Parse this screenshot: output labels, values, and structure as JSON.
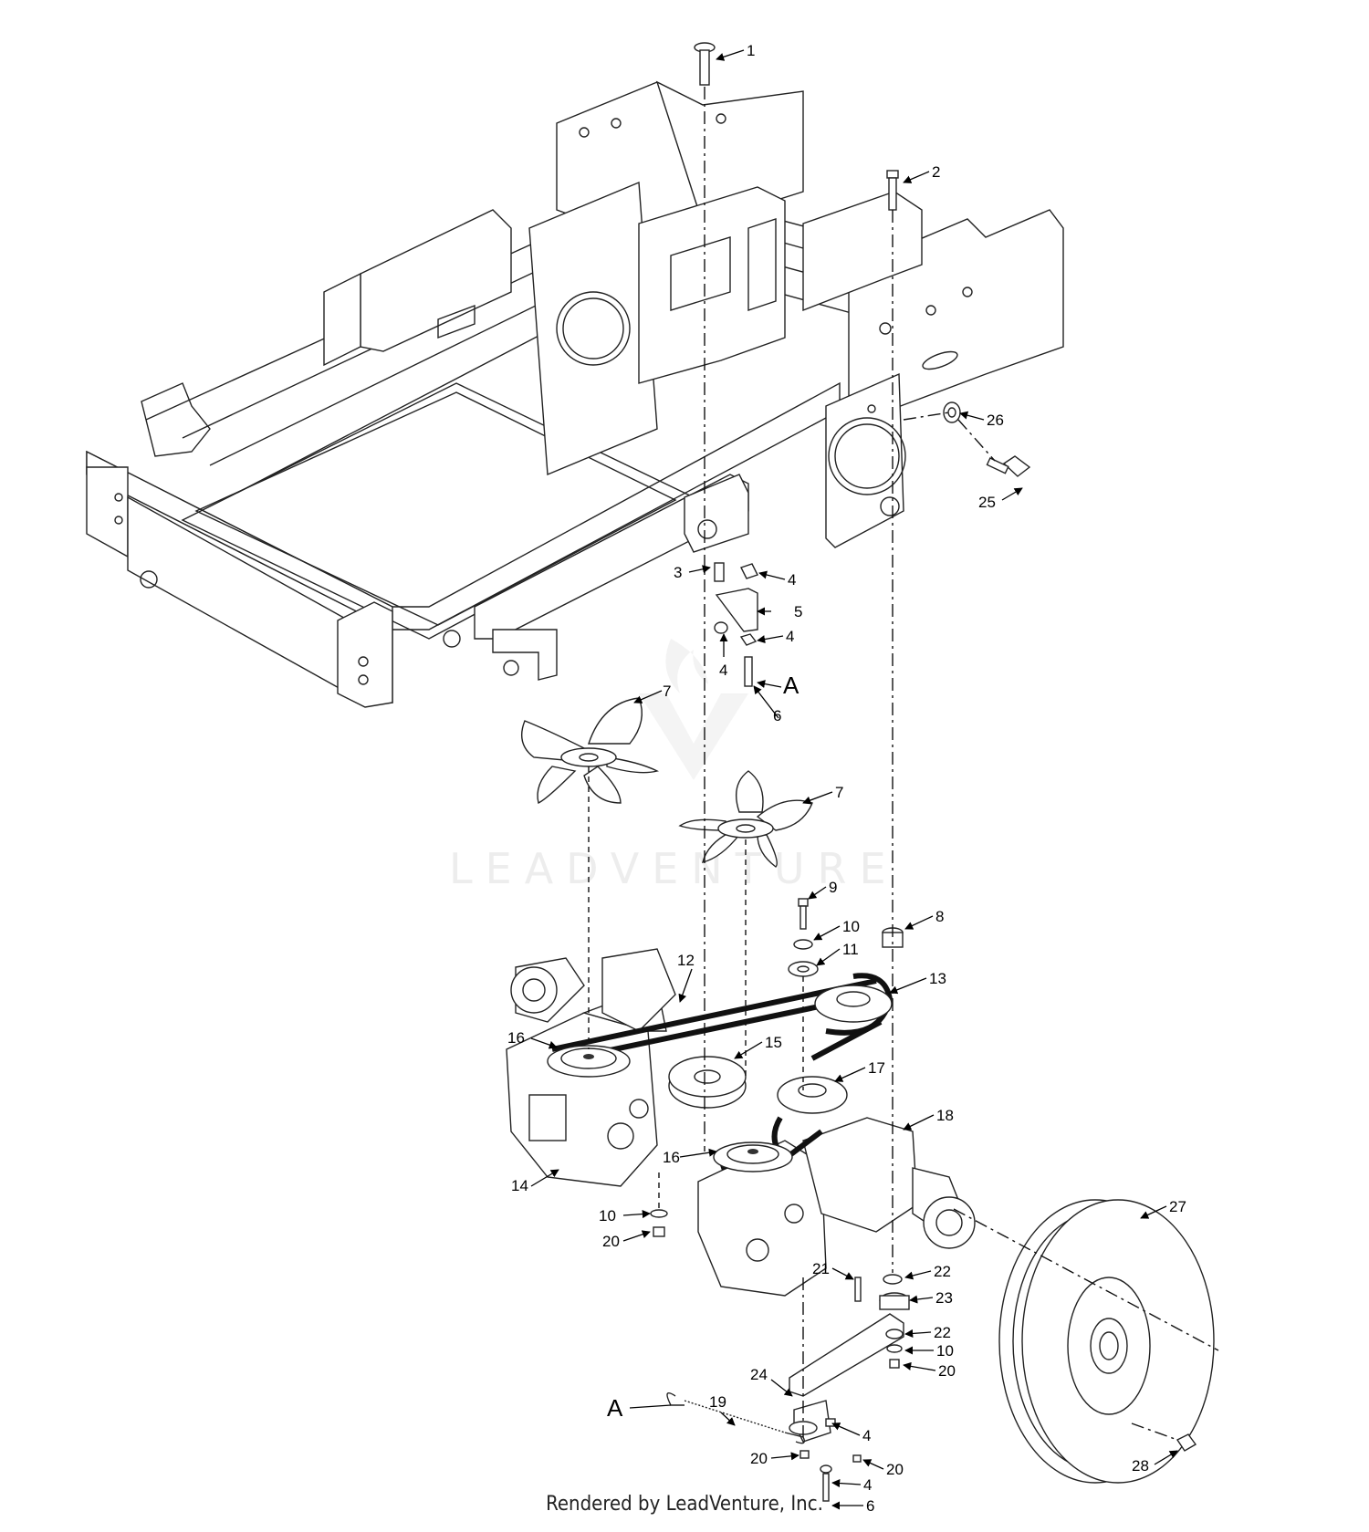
{
  "footer": {
    "text": "Rendered by LeadVenture, Inc."
  },
  "watermark": {
    "text": "LEADVENTURE"
  },
  "callouts": [
    {
      "id": "c1",
      "text": "1"
    },
    {
      "id": "c2",
      "text": "2"
    },
    {
      "id": "c3",
      "text": "3"
    },
    {
      "id": "c4a",
      "text": "4"
    },
    {
      "id": "c5",
      "text": "5"
    },
    {
      "id": "c4b",
      "text": "4"
    },
    {
      "id": "c4c",
      "text": "4"
    },
    {
      "id": "cA1",
      "text": "A"
    },
    {
      "id": "c6a",
      "text": "6"
    },
    {
      "id": "c7a",
      "text": "7"
    },
    {
      "id": "c7b",
      "text": "7"
    },
    {
      "id": "c9",
      "text": "9"
    },
    {
      "id": "c8",
      "text": "8"
    },
    {
      "id": "c10a",
      "text": "10"
    },
    {
      "id": "c11",
      "text": "11"
    },
    {
      "id": "c12",
      "text": "12"
    },
    {
      "id": "c13",
      "text": "13"
    },
    {
      "id": "c16a",
      "text": "16"
    },
    {
      "id": "c15",
      "text": "15"
    },
    {
      "id": "c17",
      "text": "17"
    },
    {
      "id": "c18",
      "text": "18"
    },
    {
      "id": "c16b",
      "text": "16"
    },
    {
      "id": "c14",
      "text": "14"
    },
    {
      "id": "c10b",
      "text": "10"
    },
    {
      "id": "c20a",
      "text": "20"
    },
    {
      "id": "c27",
      "text": "27"
    },
    {
      "id": "c22a",
      "text": "22"
    },
    {
      "id": "c21",
      "text": "21"
    },
    {
      "id": "c23",
      "text": "23"
    },
    {
      "id": "c22b",
      "text": "22"
    },
    {
      "id": "c10c",
      "text": "10"
    },
    {
      "id": "c20b",
      "text": "20"
    },
    {
      "id": "c24",
      "text": "24"
    },
    {
      "id": "c4d",
      "text": "4"
    },
    {
      "id": "c19",
      "text": "19"
    },
    {
      "id": "cA2",
      "text": "A"
    },
    {
      "id": "c20c",
      "text": "20"
    },
    {
      "id": "c20d",
      "text": "20"
    },
    {
      "id": "c4e",
      "text": "4"
    },
    {
      "id": "c6b",
      "text": "6"
    },
    {
      "id": "c28",
      "text": "28"
    },
    {
      "id": "c26",
      "text": "26"
    },
    {
      "id": "c25",
      "text": "25"
    }
  ]
}
